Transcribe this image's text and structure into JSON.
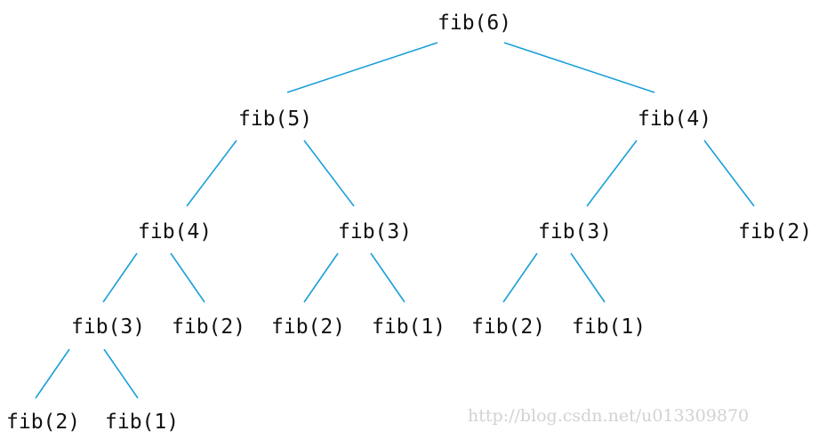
{
  "tree": {
    "edge_color": "#1aa0d8",
    "nodes": {
      "fib6": "fib(6)",
      "fib5": "fib(5)",
      "fib4a": "fib(4)",
      "fib4b": "fib(4)",
      "fib3a": "fib(3)",
      "fib3b": "fib(3)",
      "fib2a": "fib(2)",
      "fib3c": "fib(3)",
      "fib2b": "fib(2)",
      "fib2c": "fib(2)",
      "fib1a": "fib(1)",
      "fib2d": "fib(2)",
      "fib1b": "fib(1)",
      "fib2e": "fib(2)",
      "fib1c": "fib(1)"
    }
  },
  "watermark": "http://blog.csdn.net/u013309870"
}
